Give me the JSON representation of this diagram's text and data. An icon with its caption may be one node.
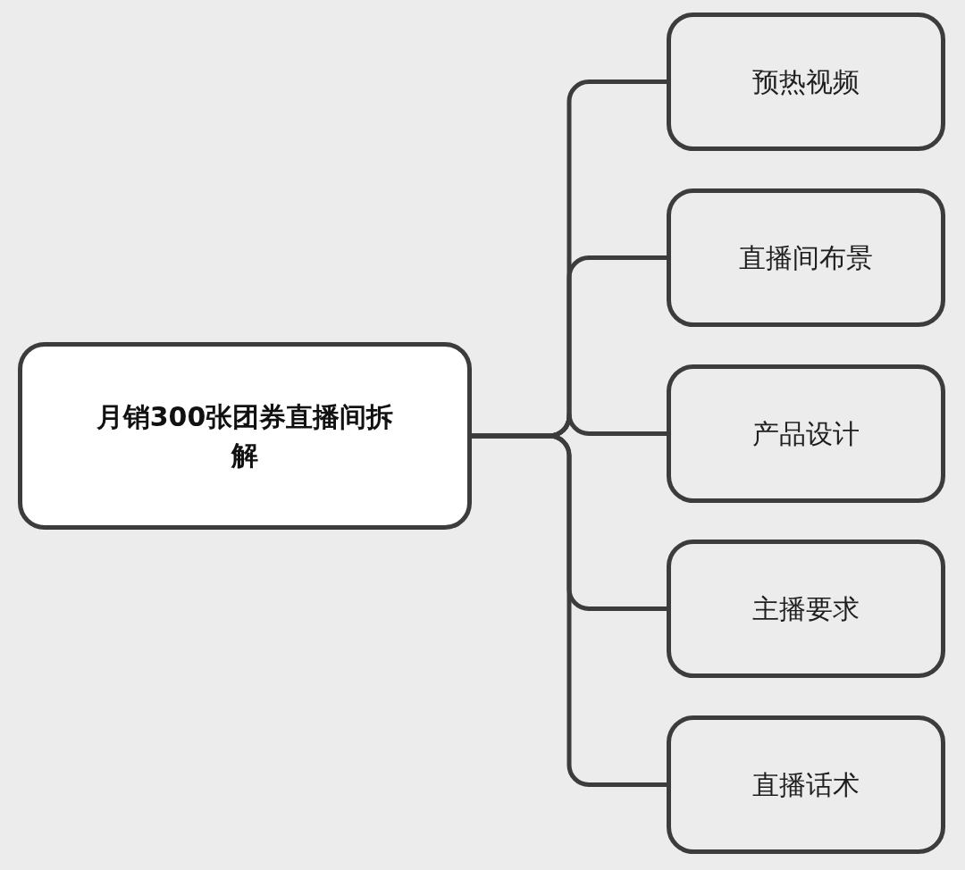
{
  "diagram": {
    "nodes": [
      {
        "text": [
          "月销300张团券直播间拆解"
        ]
      },
      {
        "text": [
          "预热视频"
        ]
      },
      {
        "text": [
          "直播间布景"
        ]
      },
      {
        "text": [
          "产品设计"
        ]
      },
      {
        "text": [
          "主播要求"
        ]
      },
      {
        "text": [
          "直播话术"
        ]
      }
    ],
    "edges": [
      {
        "from": 0,
        "to": 1,
        "arrow": "none"
      },
      {
        "from": 0,
        "to": 2,
        "arrow": "none"
      },
      {
        "from": 0,
        "to": 3,
        "arrow": "none"
      },
      {
        "from": 0,
        "to": 4,
        "arrow": "none"
      },
      {
        "from": 0,
        "to": 5,
        "arrow": "none"
      }
    ]
  }
}
